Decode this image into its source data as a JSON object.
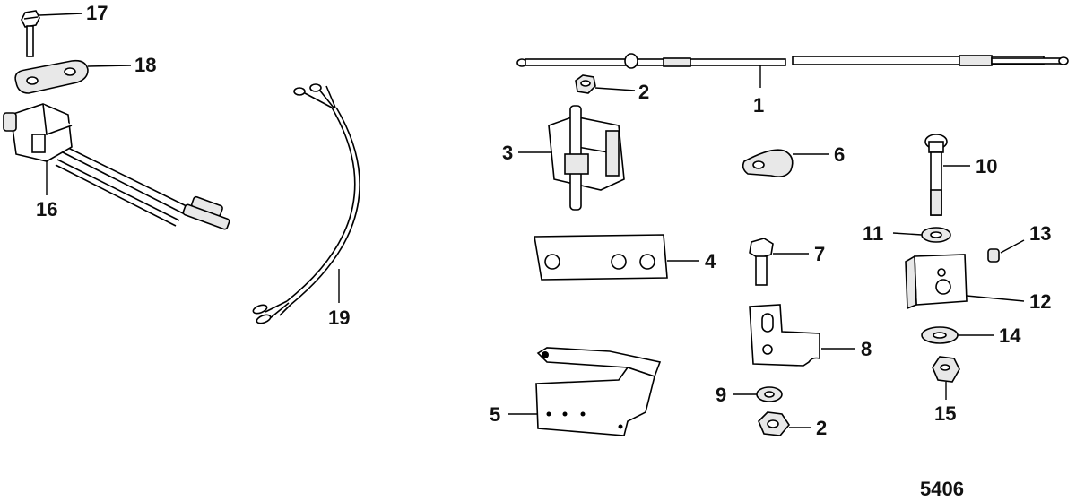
{
  "figure_id": "5406",
  "callouts": {
    "c1": "1",
    "c2a": "2",
    "c2b": "2",
    "c3": "3",
    "c4": "4",
    "c5": "5",
    "c6": "6",
    "c7": "7",
    "c8": "8",
    "c9": "9",
    "c10": "10",
    "c11": "11",
    "c12": "12",
    "c13": "13",
    "c14": "14",
    "c15": "15",
    "c16": "16",
    "c17": "17",
    "c18": "18",
    "c19": "19"
  }
}
